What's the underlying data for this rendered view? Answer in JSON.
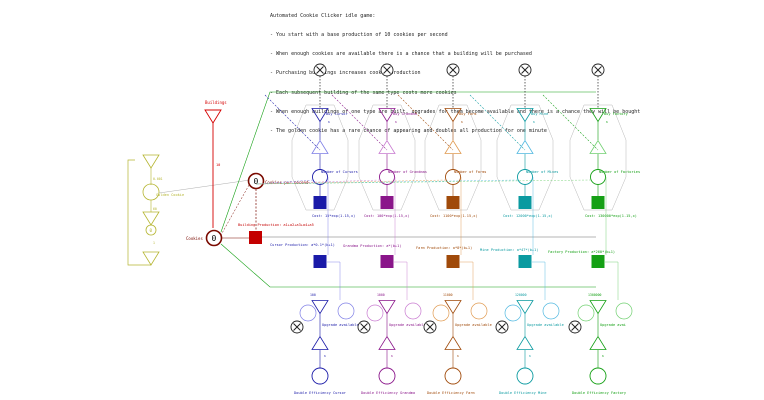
{
  "description": {
    "title": "Automated Cookie Clicker idle game:",
    "lines": [
      "- You start with a base production of 10 cookies per second",
      "- When enough cookies are available there is a chance that a building will be purchased",
      "- Purchasing buildings increases cookie production",
      "- Each subsequent building of the same type costs more cookies",
      "- When enough buildings of one type are built, upgrades for them become available and there is a chance they will be bought",
      "- The golden cookie has a rare chance of appearing and doubles all production for one minute"
    ]
  },
  "core": {
    "buildings_label": "Buildings",
    "cookies_label": "Cookies",
    "cookies_value": "0",
    "cps_label": "Cookies per second",
    "cps_value": "0",
    "building_production_label": "Building Production: a1+a2+a3+a4+a5",
    "base_production": "10",
    "golden_cookie_label": "Golden Cookie",
    "golden_prob": "0.001",
    "golden_duration": "60",
    "golden_count": "0",
    "one": "1"
  },
  "colors": {
    "cursor": "#1a1aa8",
    "grandma": "#8a158a",
    "farm": "#a04a0a",
    "mine": "#0a9aa0",
    "factory": "#14a014",
    "core": "#b00000",
    "golden": "#b5b530",
    "hub": "#7a0a00"
  },
  "buildings": [
    {
      "key": "cursor",
      "color": "#1a1aa8",
      "light": "#7e7ee6",
      "buy": "Buy Cursor",
      "number": "Number of Cursors",
      "cost": "Cost: 15*exp(1.15,x)",
      "production": "Cursor Production: a*0.1*(b+1)",
      "threshold": "100",
      "upgrade_avail": "Upgrade available",
      "upgrade": "Double Efficiency Cursor",
      "weight": "6",
      "n": "0"
    },
    {
      "key": "grandma",
      "color": "#8a158a",
      "light": "#c87ad0",
      "buy": "Buy Grandma",
      "number": "Number of Grandmas",
      "cost": "Cost: 100*exp(1.15,x)",
      "production": "Grandma Production: a*(b+1)",
      "threshold": "1000",
      "upgrade_avail": "Upgrade available",
      "upgrade": "Double Efficiency Grandma",
      "weight": "6",
      "n": "0"
    },
    {
      "key": "farm",
      "color": "#a04a0a",
      "light": "#e09a50",
      "buy": "Buy Farm",
      "number": "Number of Farms",
      "cost": "Cost: 1100*exp(1.15,x)",
      "production": "Farm Production: a*8*(b+1)",
      "threshold": "11000",
      "upgrade_avail": "Upgrade available",
      "upgrade": "Double Efficiency Farm",
      "weight": "6",
      "n": "0"
    },
    {
      "key": "mine",
      "color": "#0a9aa0",
      "light": "#50b8e0",
      "buy": "Buy Mine",
      "number": "Number of Mines",
      "cost": "Cost: 12000*exp(1.15,x)",
      "production": "Mine Production: a*47*(b+1)",
      "threshold": "120000",
      "upgrade_avail": "Upgrade available",
      "upgrade": "Double Efficiency Mine",
      "weight": "6",
      "n": "0"
    },
    {
      "key": "factory",
      "color": "#14a014",
      "light": "#70d070",
      "buy": "Buy Factory",
      "number": "Number of Factories",
      "cost": "Cost: 130000*exp(1.15,x)",
      "production": "Factory Production: a*260*(b+1)",
      "threshold": "1300000",
      "upgrade_avail": "Upgrade avai",
      "upgrade": "Double Efficiency Factory",
      "weight": "6",
      "n": "0"
    }
  ]
}
